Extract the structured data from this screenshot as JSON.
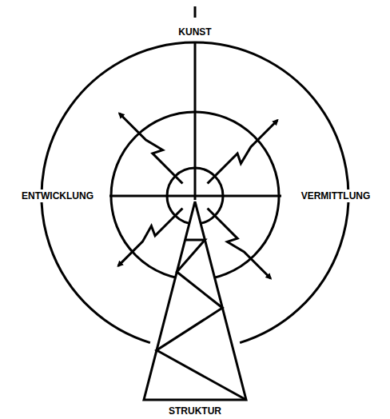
{
  "diagram": {
    "labels": [
      "KUNST",
      "ENTWICKLUNG",
      "VERMITTLUNG",
      "STRUKTUR"
    ]
  }
}
